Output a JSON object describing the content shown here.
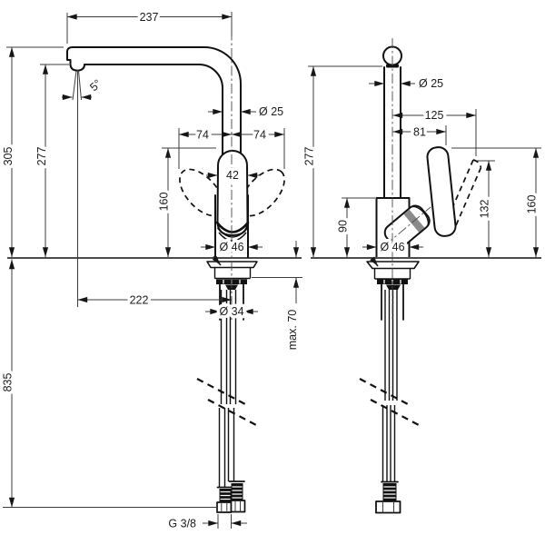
{
  "drawing": {
    "product": "single-lever-kitchen-faucet-dimension-drawing",
    "front": {
      "dim_reach": "237",
      "dim_angle": "5°",
      "dim_height_total": "305",
      "dim_height_outlet": "277",
      "dim_spout_dia": "Ø 25",
      "dim_swing_left": "74",
      "dim_swing_right": "74",
      "dim_handle_width": "42",
      "dim_handle_height": "160",
      "dim_body_dia": "Ø 46",
      "dim_outlet_reach": "222",
      "dim_shank_dia": "Ø 34",
      "dim_max_counter": "max. 70",
      "dim_hose_length": "835",
      "dim_thread": "G 3/8"
    },
    "side": {
      "dim_spout_dia": "Ø 25",
      "dim_reach_raised": "125",
      "dim_reach_grip": "81",
      "dim_height_outlet": "277",
      "dim_body_height": "90",
      "dim_body_dia": "Ø 46",
      "dim_raised_height": "132",
      "dim_handle_height": "160"
    }
  }
}
